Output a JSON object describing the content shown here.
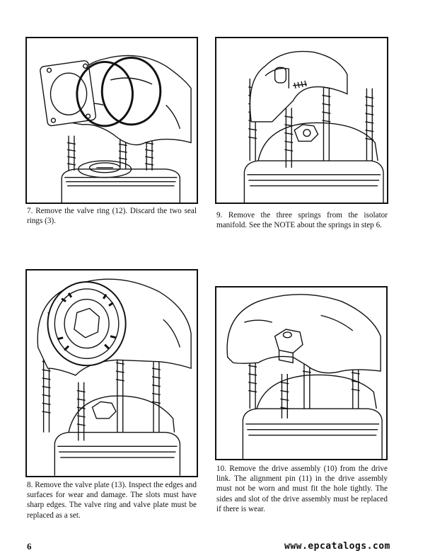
{
  "steps": [
    {
      "text": "7. Remove the valve ring (12). Discard the two seal rings (3)."
    },
    {
      "text": "9. Remove the three springs from the isolator manifold. See the NOTE about the springs in step 6."
    },
    {
      "text": "8. Remove the valve plate (13). Inspect the edges and surfaces for wear and damage. The slots must have sharp edges. The valve ring and valve plate must be replaced as a set."
    },
    {
      "text": "10. Remove the drive assembly (10) from the drive link. The alignment pin (11) in the drive assembly must not be worn and must fit the hole tightly. The sides and slot of the drive assembly must be replaced if there is wear."
    }
  ],
  "footer": {
    "page_number": "6",
    "website": "www.epcatalogs.com"
  }
}
